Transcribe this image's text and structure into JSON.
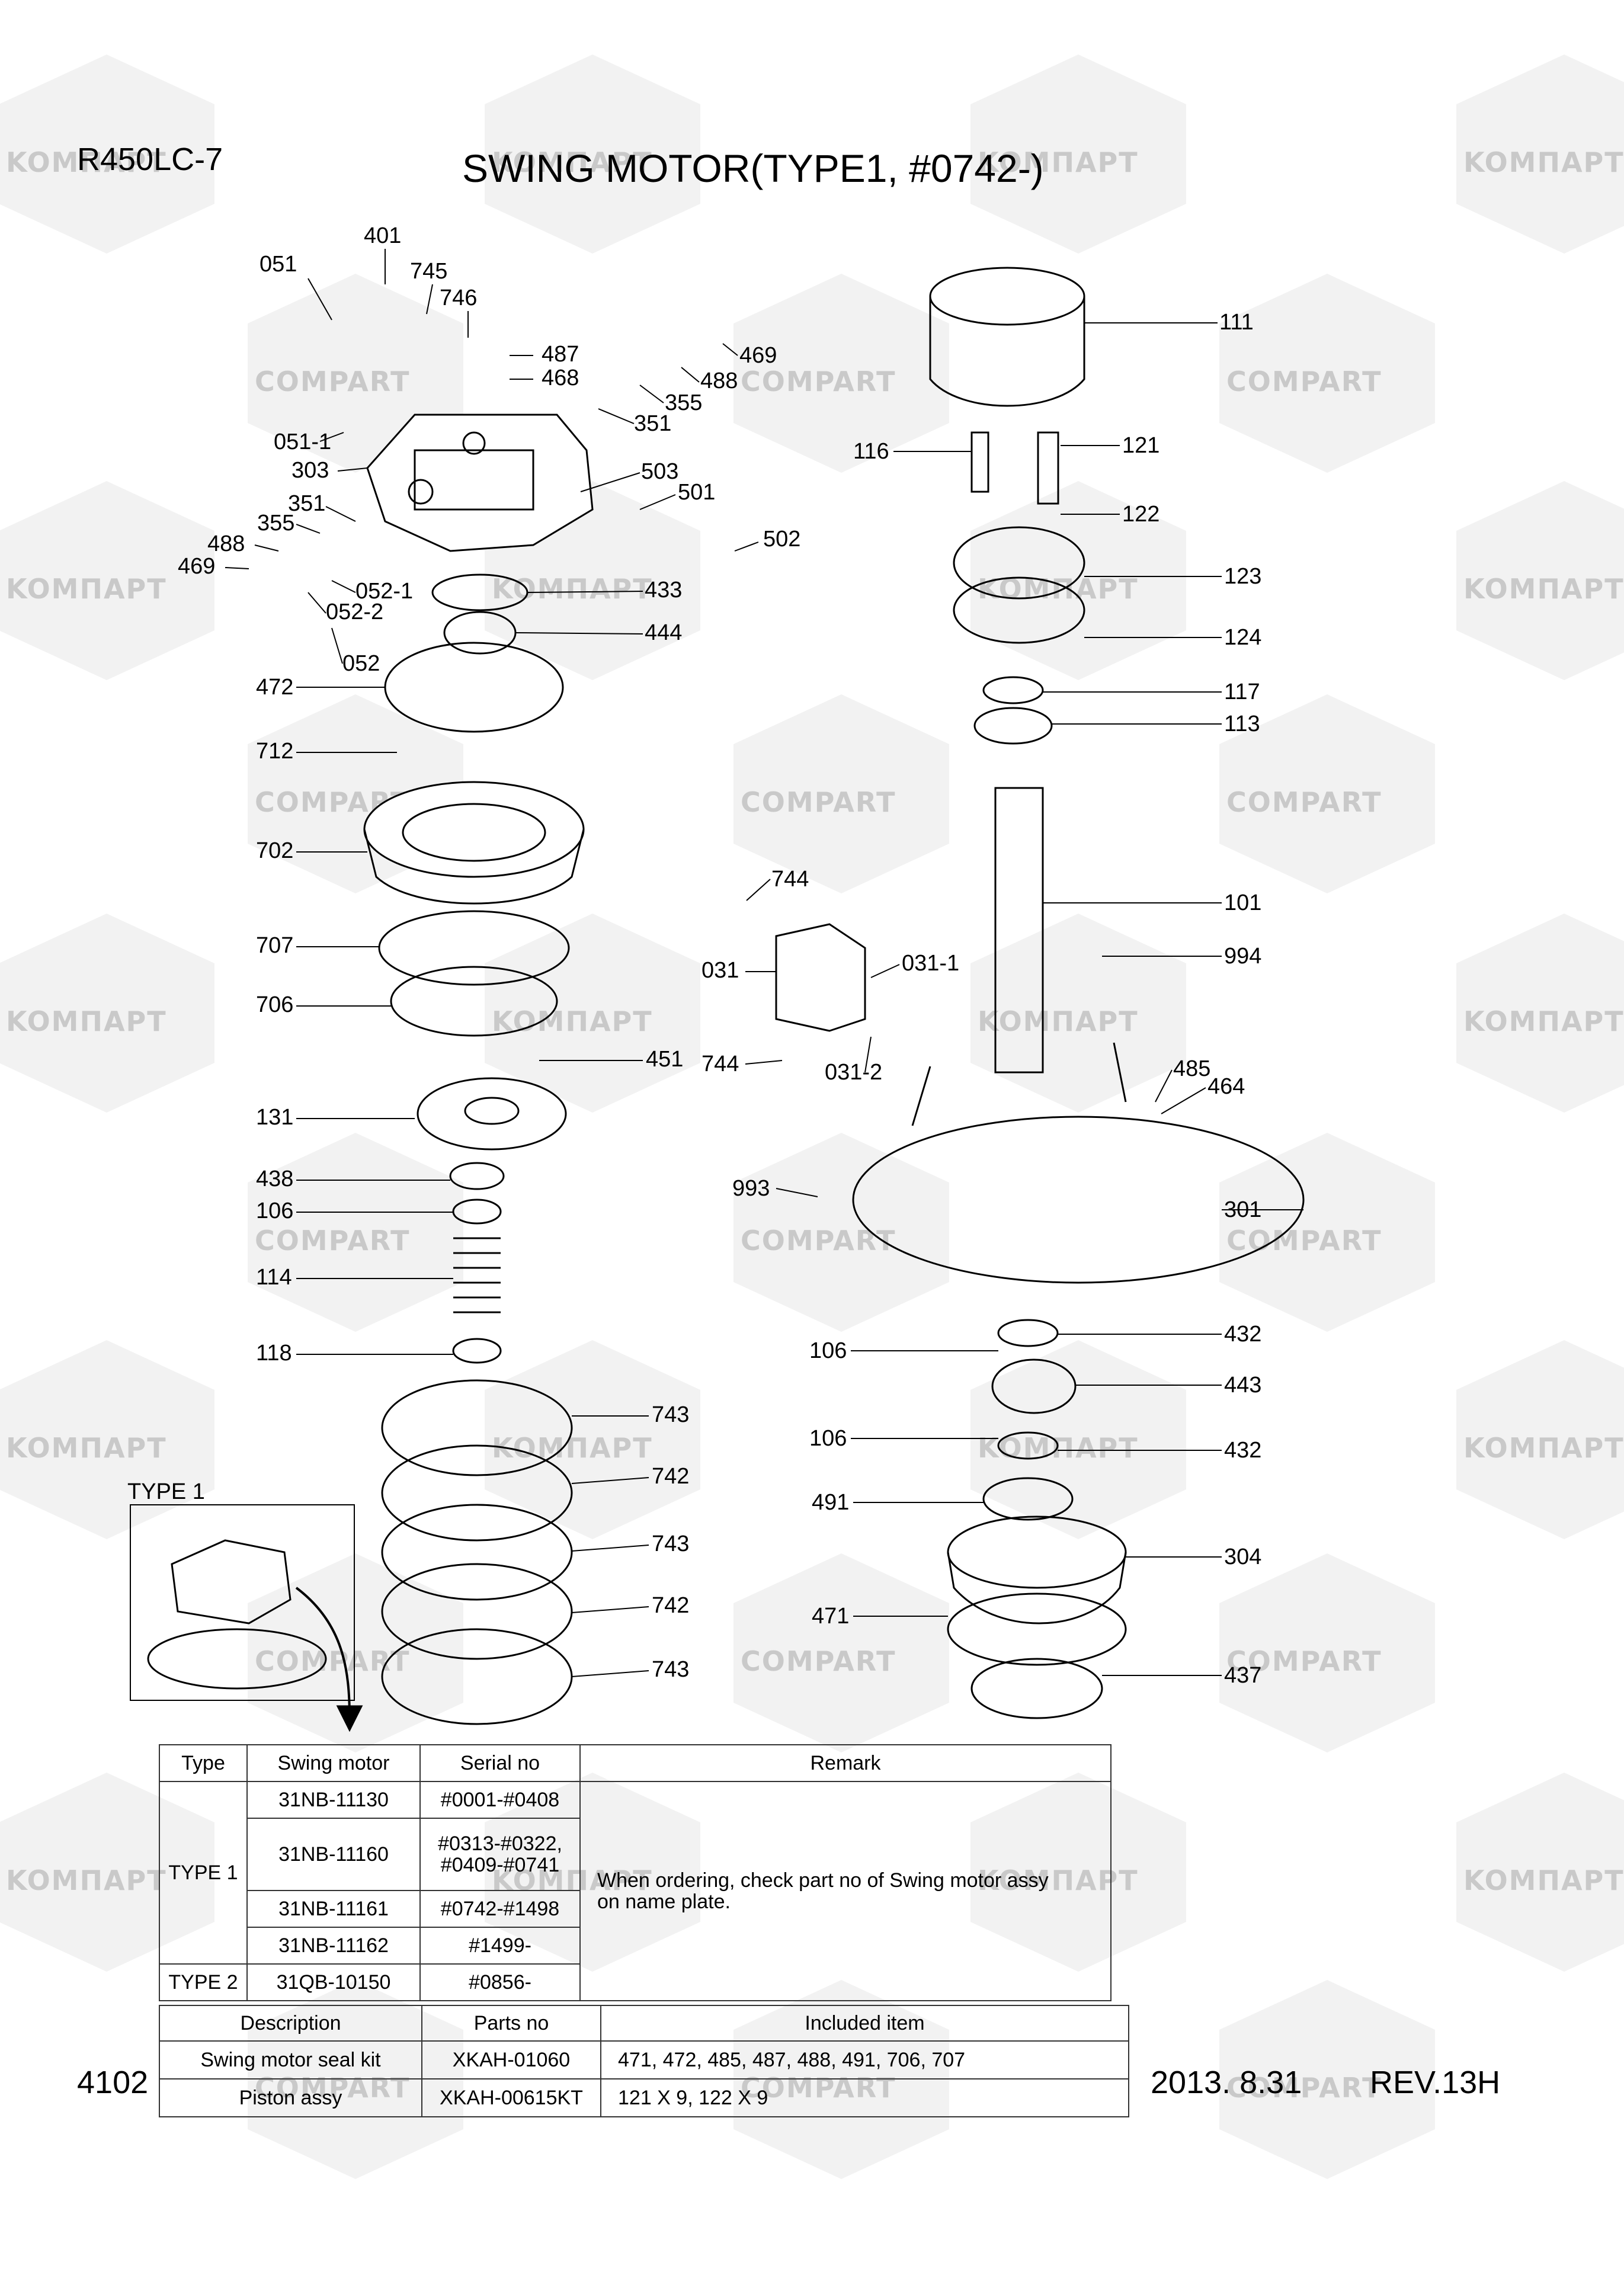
{
  "header": {
    "model": "R450LC-7",
    "title": "SWING MOTOR(TYPE1, #0742-)"
  },
  "footer": {
    "page_number": "4102",
    "date": "2013. 8.31",
    "revision": "REV.13H"
  },
  "watermark": {
    "text_a": "KOMПAPT",
    "text_b": "COMPART",
    "color": "#c9c9c9"
  },
  "diagram": {
    "inset_label": "TYPE 1",
    "part_labels": [
      "051",
      "401",
      "745",
      "746",
      "487",
      "468",
      "469",
      "488",
      "355",
      "351",
      "051-1",
      "303",
      "503",
      "501",
      "502",
      "351",
      "355",
      "488",
      "469",
      "052-1",
      "052-2",
      "052",
      "433",
      "444",
      "472",
      "712",
      "702",
      "707",
      "706",
      "451",
      "131",
      "438",
      "106",
      "114",
      "118",
      "743",
      "742",
      "743",
      "742",
      "743",
      "111",
      "116",
      "121",
      "122",
      "123",
      "124",
      "117",
      "113",
      "744",
      "031",
      "031-1",
      "744",
      "031-2",
      "101",
      "994",
      "485",
      "464",
      "993",
      "301",
      "106",
      "432",
      "443",
      "106",
      "432",
      "491",
      "304",
      "471",
      "437"
    ]
  },
  "type_table": {
    "headers": [
      "Type",
      "Swing motor",
      "Serial no",
      "Remark"
    ],
    "type1_label": "TYPE 1",
    "type2_label": "TYPE 2",
    "rows": [
      {
        "motor": "31NB-11130",
        "serial": "#0001-#0408"
      },
      {
        "motor": "31NB-11160",
        "serial": "#0313-#0322,",
        "serial2": "#0409-#0741"
      },
      {
        "motor": "31NB-11161",
        "serial": "#0742-#1498"
      },
      {
        "motor": "31NB-11162",
        "serial": "#1499-"
      },
      {
        "motor": "31QB-10150",
        "serial": "#0856-"
      }
    ],
    "remark_line1": "When ordering, check part no of Swing motor assy",
    "remark_line2": "on name plate."
  },
  "kit_table": {
    "headers": [
      "Description",
      "Parts no",
      "Included item"
    ],
    "rows": [
      {
        "description": "Swing motor seal kit",
        "parts_no": "XKAH-01060",
        "included": "471, 472, 485, 487, 488, 491, 706, 707"
      },
      {
        "description": "Piston assy",
        "parts_no": "XKAH-00615KT",
        "included": "121 X 9, 122 X 9"
      }
    ]
  }
}
